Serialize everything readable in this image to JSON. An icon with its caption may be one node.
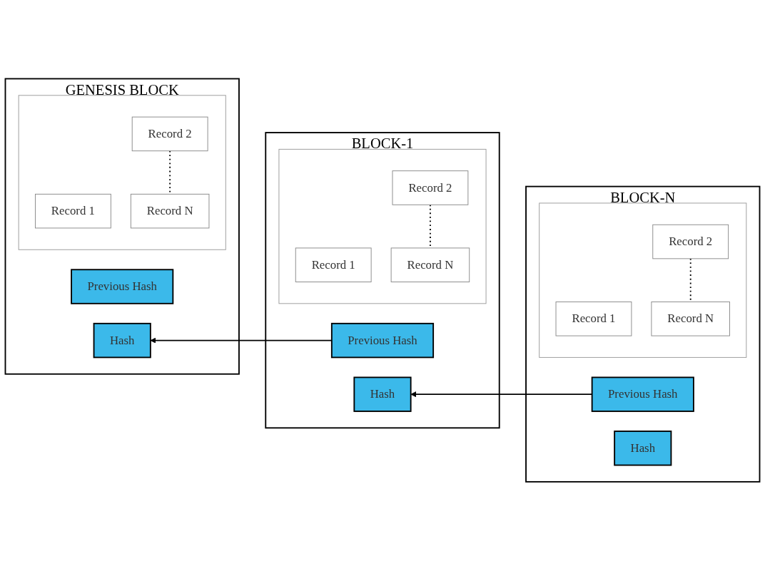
{
  "diagram": {
    "nodes": [
      {
        "text": [
          "GENESIS BLOCK"
        ]
      },
      {
        "text": [],
        "shape": "box",
        "in": 0
      },
      {
        "text": [
          "Record 1"
        ],
        "in": 1
      },
      {
        "text": [
          "Record 2"
        ],
        "in": 1
      },
      {
        "text": [
          "Record N"
        ],
        "in": 1
      },
      {
        "text": [
          "Previous Hash"
        ],
        "in": 0
      },
      {
        "text": [
          "Hash"
        ],
        "in": 0
      },
      {
        "text": [
          "BLOCK-1"
        ]
      },
      {
        "text": [],
        "shape": "box",
        "in": 7
      },
      {
        "text": [
          "Record 1"
        ],
        "in": 8
      },
      {
        "text": [
          "Record 2"
        ],
        "in": 8
      },
      {
        "text": [
          "Record N"
        ],
        "in": 8
      },
      {
        "text": [
          "Previous Hash"
        ],
        "in": 7
      },
      {
        "text": [
          "Hash"
        ],
        "in": 7
      },
      {
        "text": [
          "BLOCK-N"
        ]
      },
      {
        "text": [],
        "shape": "box",
        "in": 14
      },
      {
        "text": [
          "Record 1"
        ],
        "in": 15
      },
      {
        "text": [
          "Record 2"
        ],
        "in": 15
      },
      {
        "text": [
          "Record N"
        ],
        "in": 15
      },
      {
        "text": [
          "Previous Hash"
        ],
        "in": 14
      },
      {
        "text": [
          "Hash"
        ],
        "in": 14
      }
    ],
    "edges": [
      {
        "from": 3,
        "to": 4,
        "arrow": "none",
        "style": "dashed"
      },
      {
        "from": 10,
        "to": 11,
        "arrow": "none",
        "style": "dashed"
      },
      {
        "from": 17,
        "to": 18,
        "arrow": "none",
        "style": "dashed"
      },
      {
        "from": 12,
        "to": 6,
        "arrow": "to"
      },
      {
        "from": 19,
        "to": 13,
        "arrow": "to"
      }
    ]
  }
}
